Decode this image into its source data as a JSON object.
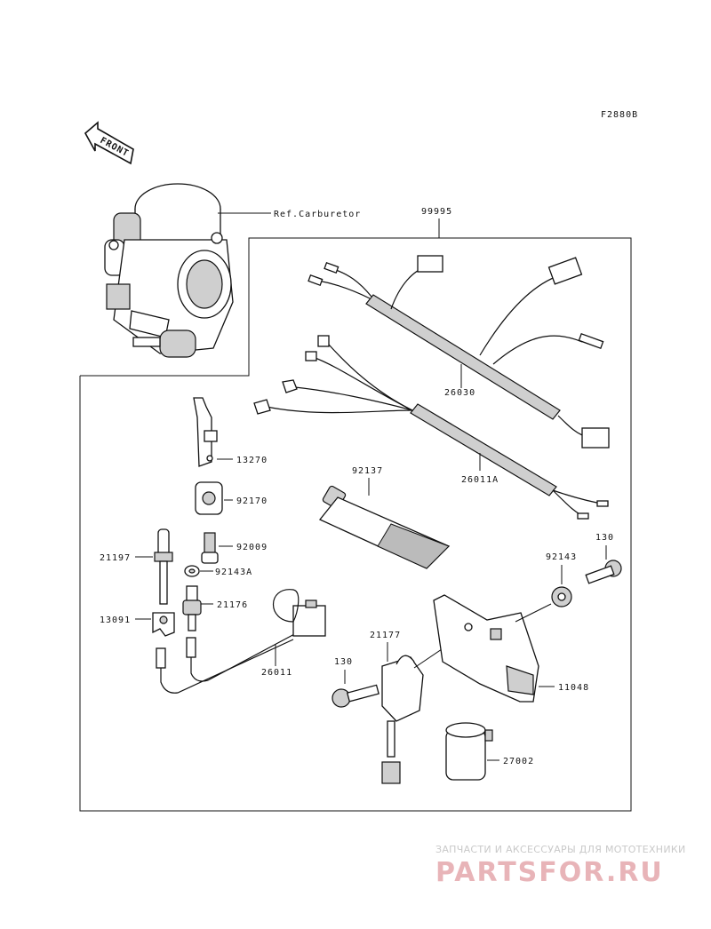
{
  "figure_code": "F2880B",
  "front_arrow_label": "FRONT",
  "ref_label": "Ref.Carburetor",
  "parts": {
    "p99995": "99995",
    "p26030": "26030",
    "p26011A": "26011A",
    "p92137": "92137",
    "p13270": "13270",
    "p92170": "92170",
    "p92009": "92009",
    "p21197": "21197",
    "p92143A": "92143A",
    "p21176": "21176",
    "p13091": "13091",
    "p26011": "26011",
    "p21177": "21177",
    "p130a": "130",
    "p130b": "130",
    "p92143": "92143",
    "p11048": "11048",
    "p27002": "27002"
  },
  "watermark": {
    "tagline": "ЗАПЧАСТИ И АКСЕССУАРЫ ДЛЯ МОТОТЕХНИКИ",
    "logo": "PARTSFOR.RU"
  }
}
